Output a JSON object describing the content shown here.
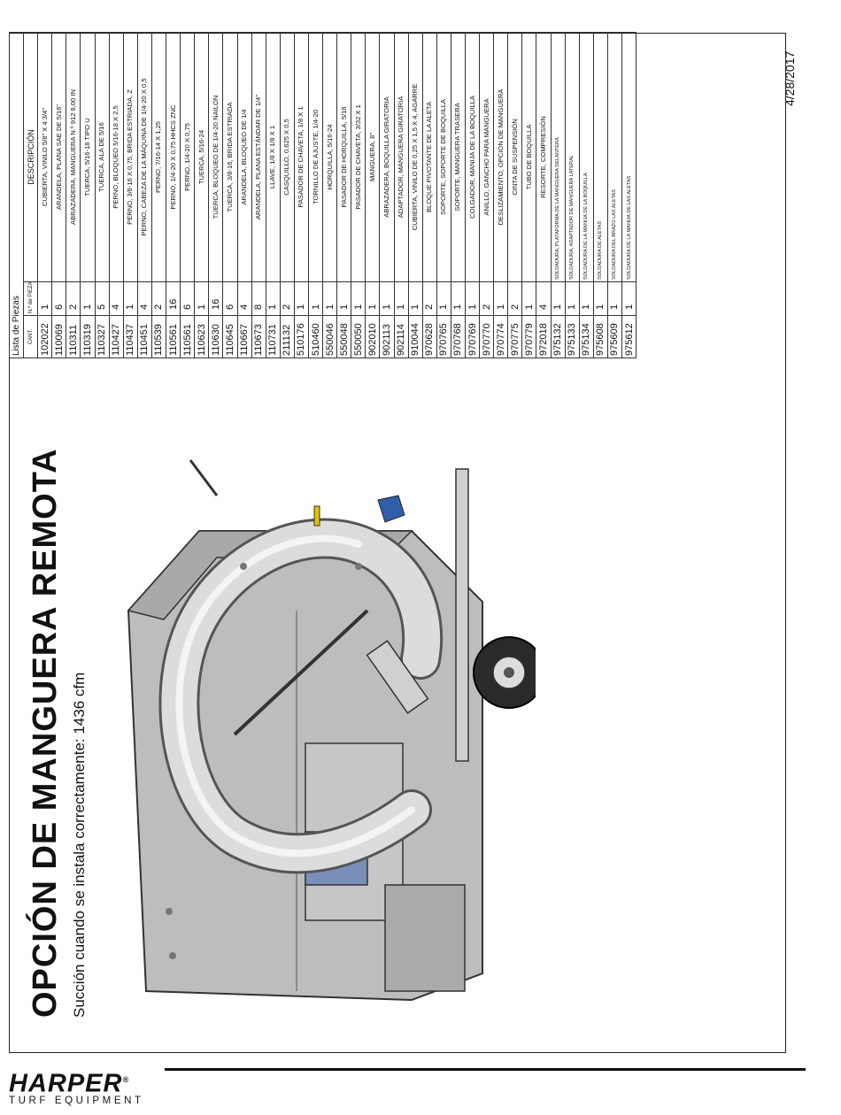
{
  "document": {
    "title": "OPCIÓN DE MANGUERA REMOTA",
    "subtitle": "Succión cuando se instala correctamente: 1436 cfm",
    "date": "4/28/2017"
  },
  "brand": {
    "name": "HARPER",
    "sub": "TURF EQUIPMENT",
    "mark": "®"
  },
  "parts_list": {
    "caption": "Lista de Piezas",
    "headers": {
      "qty": "CANT.",
      "count": "N.º de PIEZAS",
      "description": "DESCRIPCIÓN"
    },
    "rows": [
      {
        "part": "102022",
        "qty": "1",
        "desc": "CUBIERTA, VINILO 5/8\" X 4 3/4\""
      },
      {
        "part": "110069",
        "qty": "6",
        "desc": "ARANDELA, PLANA SAE DE 5/16\""
      },
      {
        "part": "110311",
        "qty": "2",
        "desc": "ABRAZADERA, MANGUERA N.º 912 8,00 IN"
      },
      {
        "part": "110319",
        "qty": "1",
        "desc": "TUERCA, 5/16-18 TIPO U"
      },
      {
        "part": "110327",
        "qty": "5",
        "desc": "TUERCA, ALA DE 5/16"
      },
      {
        "part": "110427",
        "qty": "4",
        "desc": "PERNO, BLOQUEO 5/16-18 X 2,5"
      },
      {
        "part": "110437",
        "qty": "1",
        "desc": "PERNO, 3/8-16 X 0,75, BRIDA ESTRIADA, Z"
      },
      {
        "part": "110451",
        "qty": "4",
        "desc": "PERNO, CABEZA DE LA MÁQUINA DE 1/4-20 X 0,5"
      },
      {
        "part": "110539",
        "qty": "2",
        "desc": "PERNO, 7/16-14 X 1,25"
      },
      {
        "part": "110561",
        "qty": "16",
        "desc": "PERNO, 1/4-20 X 0,75 HHCS ZNC"
      },
      {
        "part": "110561",
        "qty": "6",
        "desc": "PERNO, 1/4-20 X 0,75"
      },
      {
        "part": "110623",
        "qty": "1",
        "desc": "TUERCA, 5/16-24"
      },
      {
        "part": "110630",
        "qty": "16",
        "desc": "TUERCA, BLOQUEO DE 1/4-20 NAILON"
      },
      {
        "part": "110645",
        "qty": "6",
        "desc": "TUERCA, 3/8-16, BRIDA ESTRIADA"
      },
      {
        "part": "110667",
        "qty": "4",
        "desc": "ARANDELA, BLOQUEO DE 1/4"
      },
      {
        "part": "110673",
        "qty": "8",
        "desc": "ARANDELA, PLANA ESTÁNDAR DE 1/4\""
      },
      {
        "part": "110731",
        "qty": "1",
        "desc": "LLAVE, 1/8 X 1/8 X 1"
      },
      {
        "part": "211132",
        "qty": "2",
        "desc": "CASQUILLO, 0,625 X 0,5"
      },
      {
        "part": "510176",
        "qty": "1",
        "desc": "PASADOR DE CHAVETA, 1/8 X 1"
      },
      {
        "part": "510460",
        "qty": "1",
        "desc": "TORNILLO DE AJUSTE, 1/4-20"
      },
      {
        "part": "550046",
        "qty": "1",
        "desc": "HORQUILLA, 5/16-24"
      },
      {
        "part": "550048",
        "qty": "1",
        "desc": "PASADOR DE HORQUILLA, 5/16"
      },
      {
        "part": "550050",
        "qty": "1",
        "desc": "PASADOR DE CHAVETA, 3/32 X 1"
      },
      {
        "part": "902010",
        "qty": "1",
        "desc": "MANGUERA, 8\""
      },
      {
        "part": "902113",
        "qty": "1",
        "desc": "ABRAZADERA, BOQUILLA GIRATORIA"
      },
      {
        "part": "902114",
        "qty": "1",
        "desc": "ADAPTADOR, MANGUERA GIRATORIA"
      },
      {
        "part": "910044",
        "qty": "1",
        "desc": "CUBIERTA, VINILO DE 0,25 X 1,5 X 4, AGARRE"
      },
      {
        "part": "970628",
        "qty": "2",
        "desc": "BLOQUE PIVOTANTE DE LA ALETA"
      },
      {
        "part": "970765",
        "qty": "1",
        "desc": "SOPORTE, SOPORTE DE BOQUILLA"
      },
      {
        "part": "970768",
        "qty": "1",
        "desc": "SOPORTE, MANGUERA TRASERA"
      },
      {
        "part": "970769",
        "qty": "1",
        "desc": "COLGADOR, MANIJA DE LA BOQUILLA"
      },
      {
        "part": "970770",
        "qty": "2",
        "desc": "ANILLO, GANCHO PARA MANGUERA"
      },
      {
        "part": "970774",
        "qty": "1",
        "desc": "DESLIZAMIENTO, OPCIÓN DE MANGUERA"
      },
      {
        "part": "970775",
        "qty": "2",
        "desc": "CINTA DE SUSPENSIÓN"
      },
      {
        "part": "970779",
        "qty": "1",
        "desc": "TUBO DE BOQUILLA"
      },
      {
        "part": "972018",
        "qty": "4",
        "desc": "RESORTE, COMPRESIÓN"
      },
      {
        "part": "975132",
        "qty": "1",
        "desc": "SOLDADURA, PLATAFORMA DE LA MANGUERA DELANTERA",
        "small": true
      },
      {
        "part": "975133",
        "qty": "1",
        "desc": "SOLDADURA, ADAPTADOR DE MANGUERA LATERAL",
        "small": true
      },
      {
        "part": "975134",
        "qty": "1",
        "desc": "SOLDADURA DE LA MANIJA DE LA BOQUILLA",
        "small": true
      },
      {
        "part": "975608",
        "qty": "1",
        "desc": "SOLDADURA DE ALETAS",
        "small": true
      },
      {
        "part": "975609",
        "qty": "1",
        "desc": "SOLDADURA DEL BRAZO LAS ALETAS",
        "small": true
      },
      {
        "part": "975612",
        "qty": "1",
        "desc": "SOLDADURA DE LA MANIJA DE LAS ALETAS",
        "small": true
      }
    ]
  },
  "colors": {
    "housing": "#b9b9b9",
    "hose": "#d4d4d4",
    "accent_blue": "#2f5fa8",
    "accent_yellow": "#e6c200"
  }
}
